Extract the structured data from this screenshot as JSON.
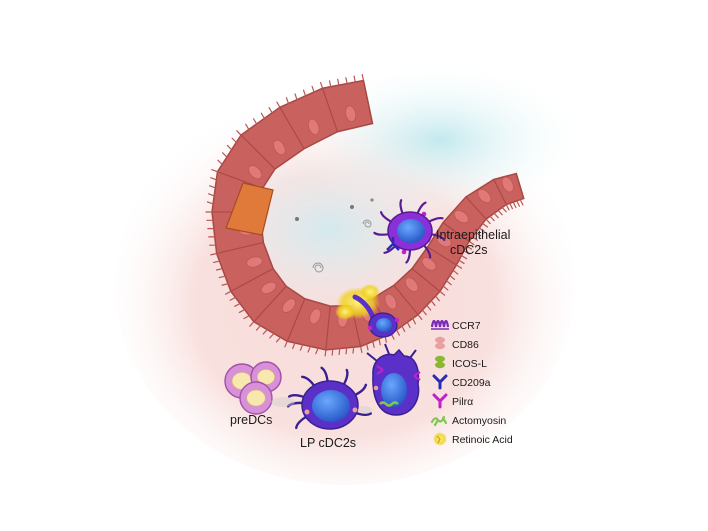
{
  "labels": {
    "intraepithelial_line1": "Intraepithelial",
    "intraepithelial_line2": "cDC2s",
    "predcs": "preDCs",
    "lp_cdc2s": "LP cDC2s"
  },
  "legend": [
    {
      "label": "CCR7",
      "icon": "ccr7-receptor-icon",
      "color": "#7a2bb8"
    },
    {
      "label": "CD86",
      "icon": "cd86-molecule-icon",
      "color": "#e8a0a0"
    },
    {
      "label": "ICOS-L",
      "icon": "icos-l-molecule-icon",
      "color": "#8ab832"
    },
    {
      "label": "CD209a",
      "icon": "cd209a-receptor-icon",
      "color": "#2a2ab8"
    },
    {
      "label": "Pilrα",
      "icon": "pilra-receptor-icon",
      "color": "#c020c8"
    },
    {
      "label": "Actomyosin",
      "icon": "actomyosin-icon",
      "color": "#7ec850"
    },
    {
      "label": "Retinoic Acid",
      "icon": "retinoic-acid-icon",
      "color": "#f0d020"
    }
  ],
  "colors": {
    "epithelium": "#c9615f",
    "epithelium_dark": "#a84844",
    "nucleus": "#e07a78",
    "orange_cell": "#e07a3a",
    "dc_purple": "#5a30c8",
    "dc_dark": "#3a2090",
    "dc_nucleus": "#3a7ae0",
    "predc": "#d890d8",
    "predc_nucleus": "#f8e8b0"
  }
}
